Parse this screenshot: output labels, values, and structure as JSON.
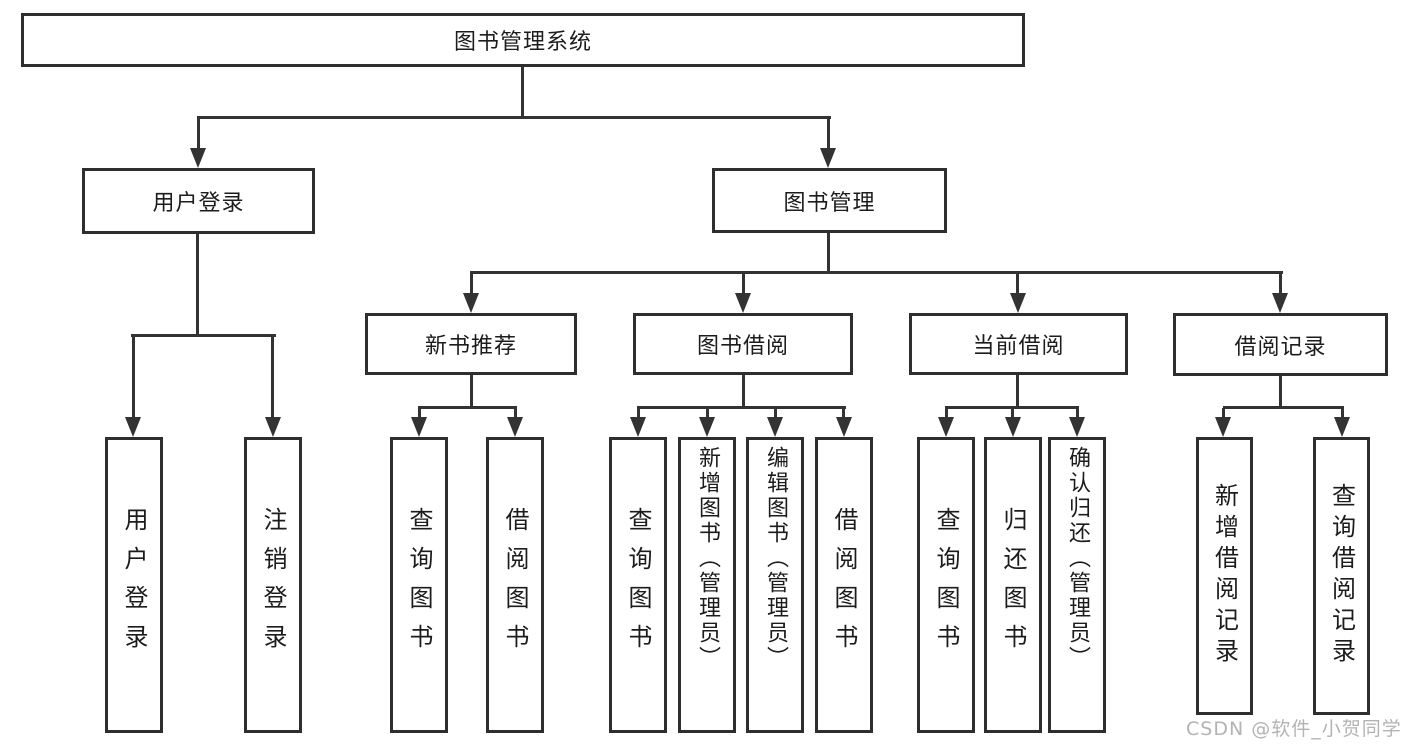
{
  "diagram_type": "hierarchy-tree",
  "colors": {
    "line": "#333333",
    "border": "#2e2e2e",
    "text": "#1c1c1c",
    "background": "#ffffff",
    "watermark": "#b3b3b3"
  },
  "tree": {
    "label": "图书管理系统",
    "children": [
      {
        "label": "用户登录",
        "children": [
          {
            "label": "用户登录"
          },
          {
            "label": "注销登录"
          }
        ]
      },
      {
        "label": "图书管理",
        "children": [
          {
            "label": "新书推荐",
            "children": [
              {
                "label": "查询图书"
              },
              {
                "label": "借阅图书"
              }
            ]
          },
          {
            "label": "图书借阅",
            "children": [
              {
                "label": "查询图书"
              },
              {
                "label": "新增图书（管理员）"
              },
              {
                "label": "编辑图书（管理员）"
              },
              {
                "label": "借阅图书"
              }
            ]
          },
          {
            "label": "当前借阅",
            "children": [
              {
                "label": "查询图书"
              },
              {
                "label": "归还图书"
              },
              {
                "label": "确认归还（管理员）"
              }
            ]
          },
          {
            "label": "借阅记录",
            "children": [
              {
                "label": "新增借阅记录"
              },
              {
                "label": "查询借阅记录"
              }
            ]
          }
        ]
      }
    ]
  },
  "watermark": {
    "text": "CSDN @软件_小贺同学"
  }
}
